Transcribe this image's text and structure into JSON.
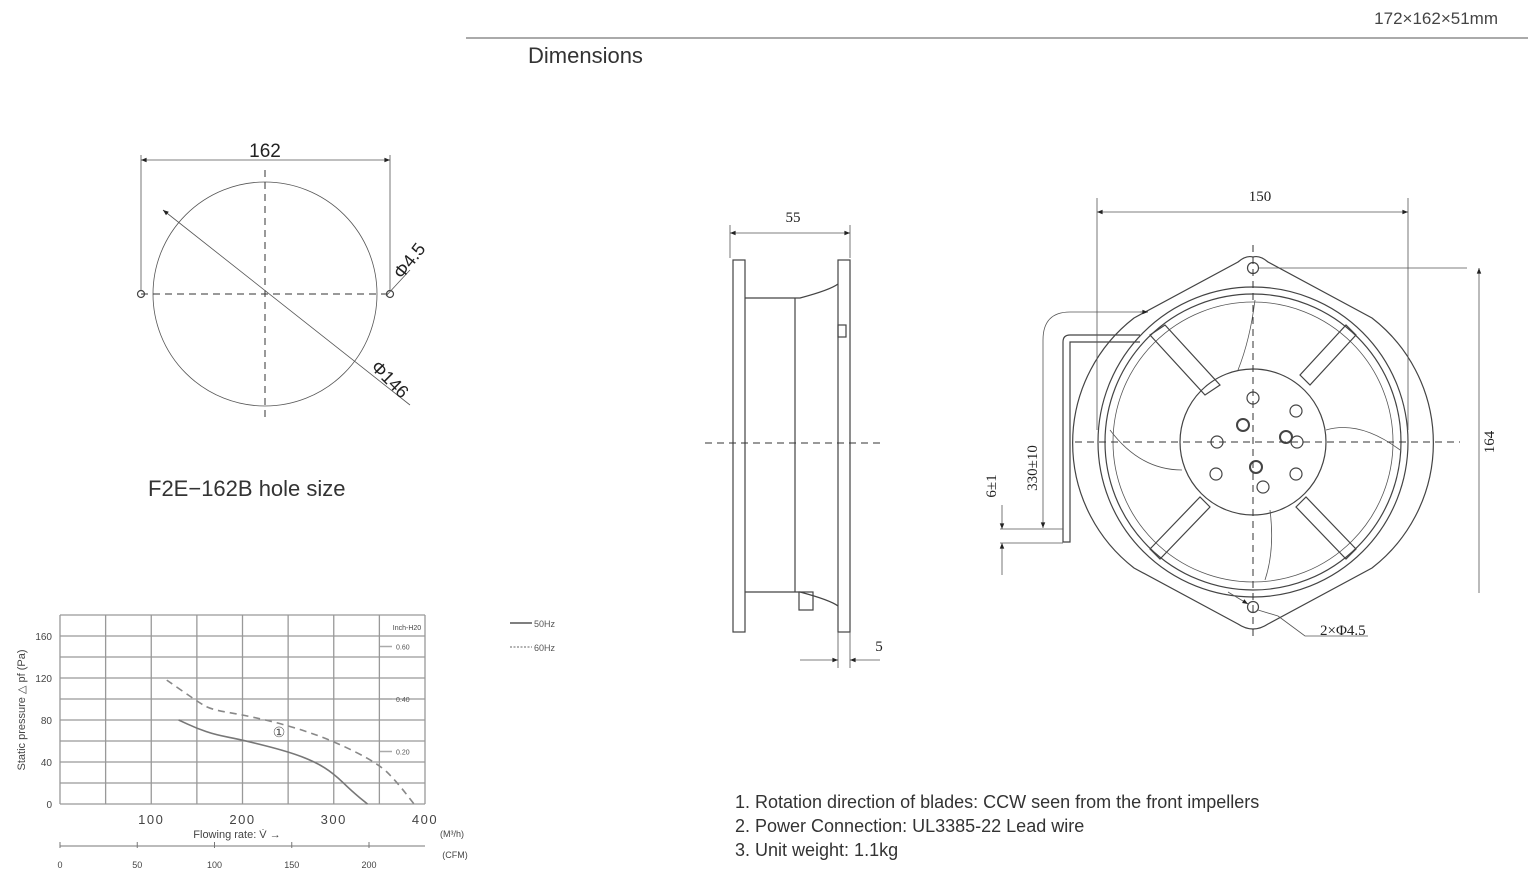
{
  "header": {
    "model_size": "172×162×51mm",
    "section_title": "Dimensions"
  },
  "hole_drawing": {
    "width_dim": "162",
    "hole_dim": "Φ4.5",
    "circle_dim": "Φ146",
    "caption": "F2E−162B hole size"
  },
  "side_view": {
    "depth_dim": "55",
    "flange_dim": "5"
  },
  "front_view": {
    "width_dim": "150",
    "height_dim": "164",
    "wire_dim": "330±10",
    "strip_dim": "6±1",
    "hole_dim": "2×Φ4.5"
  },
  "notes": [
    "1. Rotation direction of blades: CCW seen from the front impellers",
    "2. Power Connection: UL3385-22 Lead wire",
    "3. Unit weight: 1.1kg"
  ],
  "colors": {
    "line": "#444444",
    "grid": "#999999"
  },
  "chart_data": {
    "type": "line",
    "xlabel": "Flowing rate: V̇ →",
    "x_unit": "(M³/h)",
    "ylabel": "Static pressure △ pf (Pa)",
    "xlim": [
      0,
      400
    ],
    "ylim": [
      0,
      180
    ],
    "x_ticks": [
      100,
      200,
      300,
      400
    ],
    "y_ticks": [
      0,
      40,
      80,
      120,
      160
    ],
    "secondary_x": {
      "unit": "(CFM)",
      "ticks": [
        0,
        50,
        100,
        150,
        200
      ]
    },
    "secondary_y": {
      "unit": "Inch-H20",
      "ticks": [
        "0.60",
        "0.40",
        "0.20"
      ],
      "values_pa": [
        150,
        100,
        50
      ]
    },
    "grid": true,
    "legend_position": "right",
    "annotation": "①",
    "series": [
      {
        "name": "50Hz",
        "style": "solid",
        "points": [
          [
            130,
            80
          ],
          [
            150,
            72
          ],
          [
            170,
            66
          ],
          [
            200,
            61
          ],
          [
            250,
            50
          ],
          [
            280,
            40
          ],
          [
            300,
            29
          ],
          [
            320,
            12
          ],
          [
            337,
            0
          ]
        ]
      },
      {
        "name": "60Hz",
        "style": "dashed",
        "points": [
          [
            117,
            118
          ],
          [
            150,
            98
          ],
          [
            165,
            90
          ],
          [
            200,
            85
          ],
          [
            250,
            75
          ],
          [
            300,
            60
          ],
          [
            350,
            38
          ],
          [
            370,
            20
          ],
          [
            388,
            0
          ]
        ]
      }
    ]
  }
}
